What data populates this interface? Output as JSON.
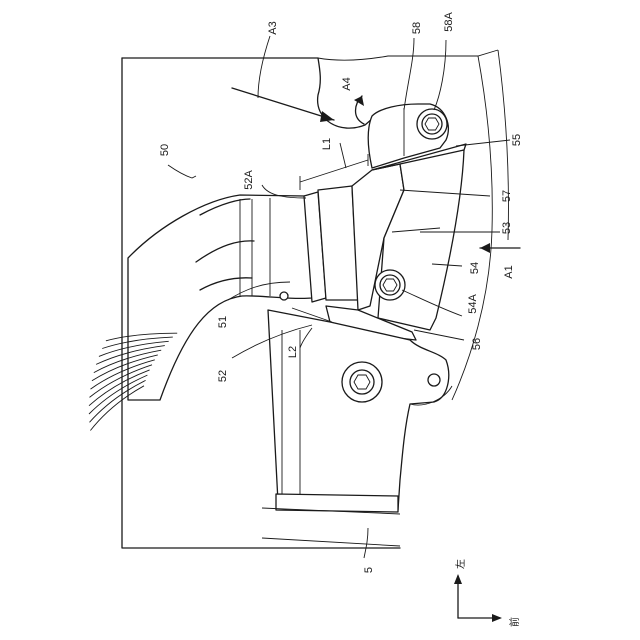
{
  "labels": {
    "r50": "50",
    "r52A": "52A",
    "r51": "51",
    "r52": "52",
    "rL1": "L1",
    "rL2": "L2",
    "rA3": "A3",
    "rA4": "A4",
    "r58": "58",
    "r58A": "58A",
    "r55": "55",
    "r57": "57",
    "r53": "53",
    "r54": "54",
    "rA1": "A1",
    "r54A": "54A",
    "r56": "56",
    "r5": "5"
  },
  "compass": {
    "left": "左",
    "front": "前"
  }
}
